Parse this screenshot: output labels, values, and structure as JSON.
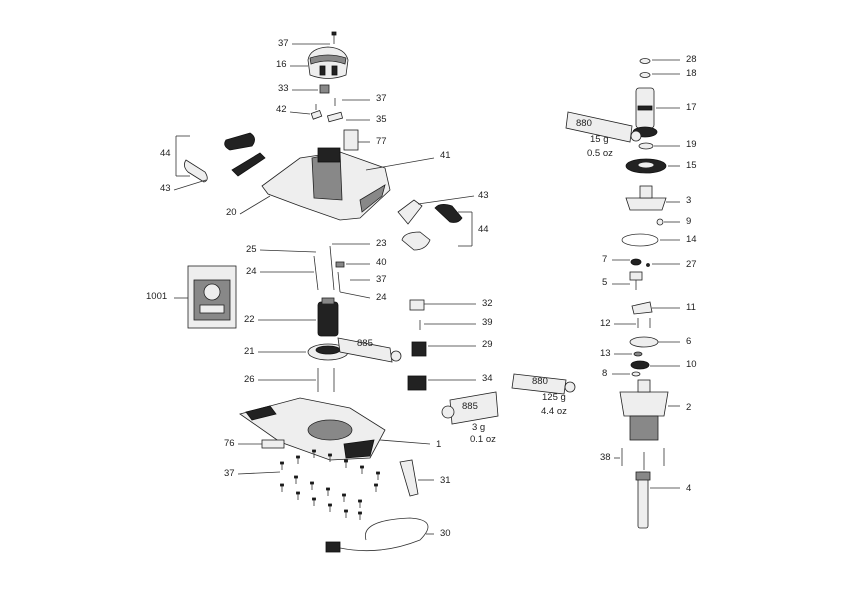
{
  "callouts": [
    {
      "id": "c37a",
      "text": "37"
    },
    {
      "id": "c16",
      "text": "16"
    },
    {
      "id": "c33",
      "text": "33"
    },
    {
      "id": "c37b",
      "text": "37"
    },
    {
      "id": "c42",
      "text": "42"
    },
    {
      "id": "c35",
      "text": "35"
    },
    {
      "id": "c77",
      "text": "77"
    },
    {
      "id": "c44a",
      "text": "44"
    },
    {
      "id": "c41",
      "text": "41"
    },
    {
      "id": "c43a",
      "text": "43"
    },
    {
      "id": "c20",
      "text": "20"
    },
    {
      "id": "c43b",
      "text": "43"
    },
    {
      "id": "c44b",
      "text": "44"
    },
    {
      "id": "c25",
      "text": "25"
    },
    {
      "id": "c23",
      "text": "23"
    },
    {
      "id": "c40",
      "text": "40"
    },
    {
      "id": "c24a",
      "text": "24"
    },
    {
      "id": "c37c",
      "text": "37"
    },
    {
      "id": "c24b",
      "text": "24"
    },
    {
      "id": "c1001",
      "text": "1001"
    },
    {
      "id": "c32",
      "text": "32"
    },
    {
      "id": "c22",
      "text": "22"
    },
    {
      "id": "c39",
      "text": "39"
    },
    {
      "id": "c21",
      "text": "21"
    },
    {
      "id": "c29",
      "text": "29"
    },
    {
      "id": "c26",
      "text": "26"
    },
    {
      "id": "c34",
      "text": "34"
    },
    {
      "id": "c1",
      "text": "1"
    },
    {
      "id": "c76",
      "text": "76"
    },
    {
      "id": "c37d",
      "text": "37"
    },
    {
      "id": "c31",
      "text": "31"
    },
    {
      "id": "c30",
      "text": "30"
    },
    {
      "id": "c28",
      "text": "28"
    },
    {
      "id": "c18",
      "text": "18"
    },
    {
      "id": "c17",
      "text": "17"
    },
    {
      "id": "c19",
      "text": "19"
    },
    {
      "id": "c15",
      "text": "15"
    },
    {
      "id": "c3",
      "text": "3"
    },
    {
      "id": "c9",
      "text": "9"
    },
    {
      "id": "c14",
      "text": "14"
    },
    {
      "id": "c7",
      "text": "7"
    },
    {
      "id": "c27",
      "text": "27"
    },
    {
      "id": "c5",
      "text": "5"
    },
    {
      "id": "c11",
      "text": "11"
    },
    {
      "id": "c12",
      "text": "12"
    },
    {
      "id": "c6",
      "text": "6"
    },
    {
      "id": "c13",
      "text": "13"
    },
    {
      "id": "c8",
      "text": "8"
    },
    {
      "id": "c10",
      "text": "10"
    },
    {
      "id": "c2",
      "text": "2"
    },
    {
      "id": "c38",
      "text": "38"
    },
    {
      "id": "c4",
      "text": "4"
    }
  ],
  "grease_tubes": [
    {
      "id": "g880a",
      "code": "880",
      "weight": "15 g",
      "imperial": "0.5 oz"
    },
    {
      "id": "g885a",
      "code": "885",
      "weight": "",
      "imperial": ""
    },
    {
      "id": "g885b",
      "code": "885",
      "weight": "3 g",
      "imperial": "0.1 oz"
    },
    {
      "id": "g880b",
      "code": "880",
      "weight": "125 g",
      "imperial": "4.4 oz"
    }
  ]
}
